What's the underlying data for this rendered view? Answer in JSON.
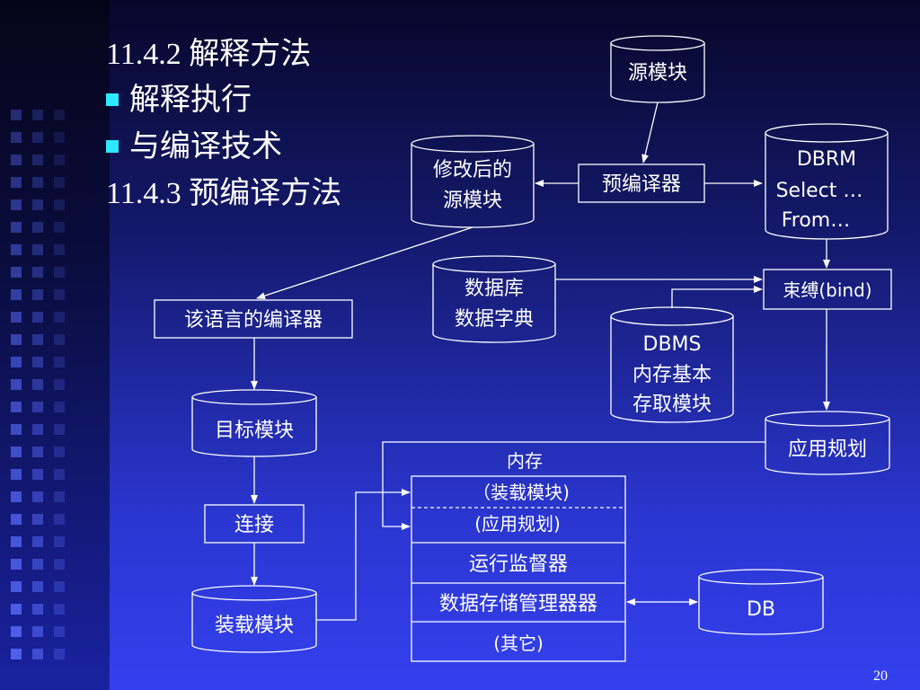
{
  "slide": {
    "heading1": "11.4.2  解释方法",
    "bullet1": "解释执行",
    "bullet2": "与编译技术",
    "heading2": "11.4.3 预编译方法",
    "page_number": "20"
  },
  "diagram": {
    "source_module": "源模块",
    "modified_source_1": "修改后的",
    "modified_source_2": "源模块",
    "precompiler": "预编译器",
    "dbrm_1": "DBRM",
    "dbrm_2": "Select …",
    "dbrm_3": "From…",
    "db_dict_1": "数据库",
    "db_dict_2": "数据字典",
    "bind": "束缚(bind)",
    "dbms_1": "DBMS",
    "dbms_2": "内存基本",
    "dbms_3": "存取模块",
    "lang_compiler": "该语言的编译器",
    "target_module": "目标模块",
    "app_plan": "应用规划",
    "memory_label": "内存",
    "mem_load": "（装载模块)",
    "mem_plan": "(应用规划)",
    "mem_monitor": "运行监督器",
    "mem_storage": "数据存储管理器器",
    "mem_other": "(其它)",
    "link": "连接",
    "load_module": "装载模块",
    "db": "DB"
  }
}
